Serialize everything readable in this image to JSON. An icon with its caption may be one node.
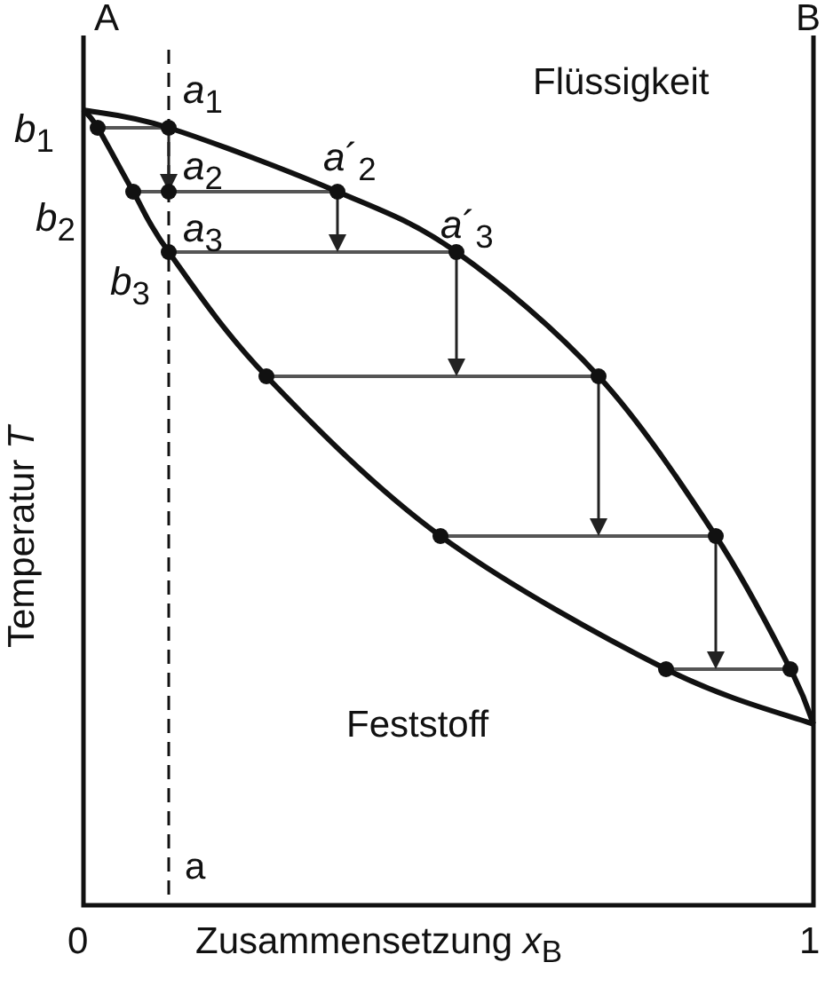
{
  "diagram": {
    "labels": [
      "A",
      "B",
      "*a*$_{1}$",
      "*b*$_{1}$",
      "*a*$_{2}$",
      "*a*´$_{2}$",
      "*b*$_{2}$",
      "*a*$_{3}$",
      "*a*´$_{3}$",
      "*b*$_{3}$",
      "Flüssigkeit",
      "Temperatur *T*",
      "Feststoff",
      "a",
      "0",
      "Zusammensetzung *x*$_{B}$",
      "1"
    ]
  }
}
